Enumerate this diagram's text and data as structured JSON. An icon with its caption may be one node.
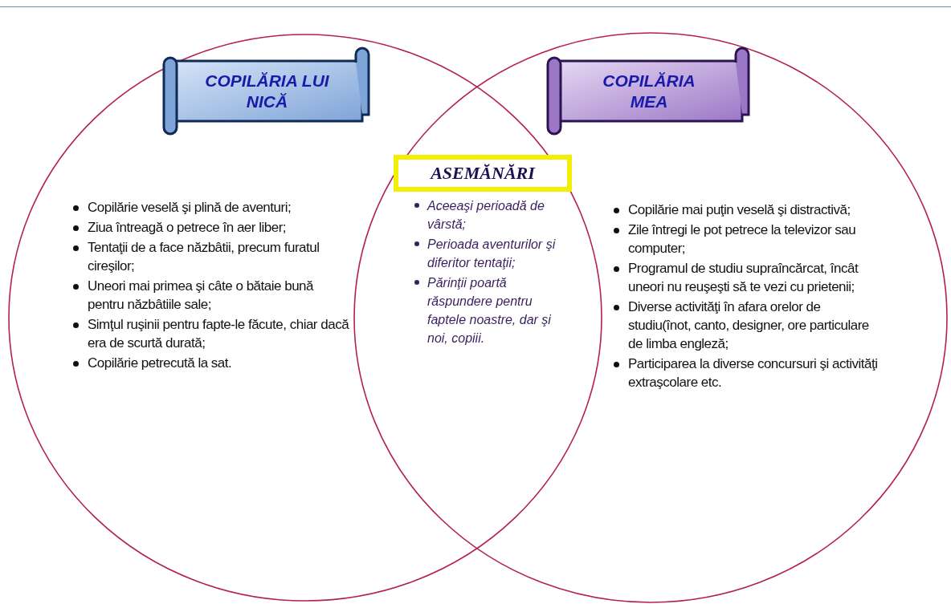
{
  "diagram": {
    "nodes": [
      {
        "text": [
          "Copilărie veselă şi plină de aventuri;",
          "Ziua întreagă o petrece în aer liber;",
          "Tentaţii de a face năzbâtii, precum furatul cireşilor;",
          "Uneori mai primea şi câte o bătaie bună pentru năzbâtiile sale;",
          "Simţul ruşinii pentru fapte-le făcute, chiar dacă era de scurtă durată;",
          "Copilărie petrecută la sat."
        ]
      },
      {
        "text": [
          "COPILĂRIA LUI NICĂ"
        ],
        "in": 0
      },
      {
        "text": [
          "Copilărie mai puţin veselă şi distractivă;",
          "Zile întregi le pot petrece la televizor sau computer;",
          "Programul de studiu supraîncărcat, încât uneori nu reuşeşti să te vezi cu prietenii;",
          "Diverse activităţi în afara orelor de studiu(înot, canto, designer, ore particulare de limba engleză;",
          "Participarea la diverse concursuri şi activităţi extraşcolare etc."
        ]
      },
      {
        "text": [
          "COPILĂRIA MEA"
        ],
        "in": 2
      },
      {
        "text": [
          "ASEMĂNĂRI"
        ],
        "beside": [
          "Aceeaşi perioadă de vârstă;",
          "Perioada aventurilor şi diferitor tentaţii;",
          "Părinţii poartă răspundere pentru faptele noastre, dar şi noi, copiii."
        ]
      }
    ],
    "edges": []
  }
}
